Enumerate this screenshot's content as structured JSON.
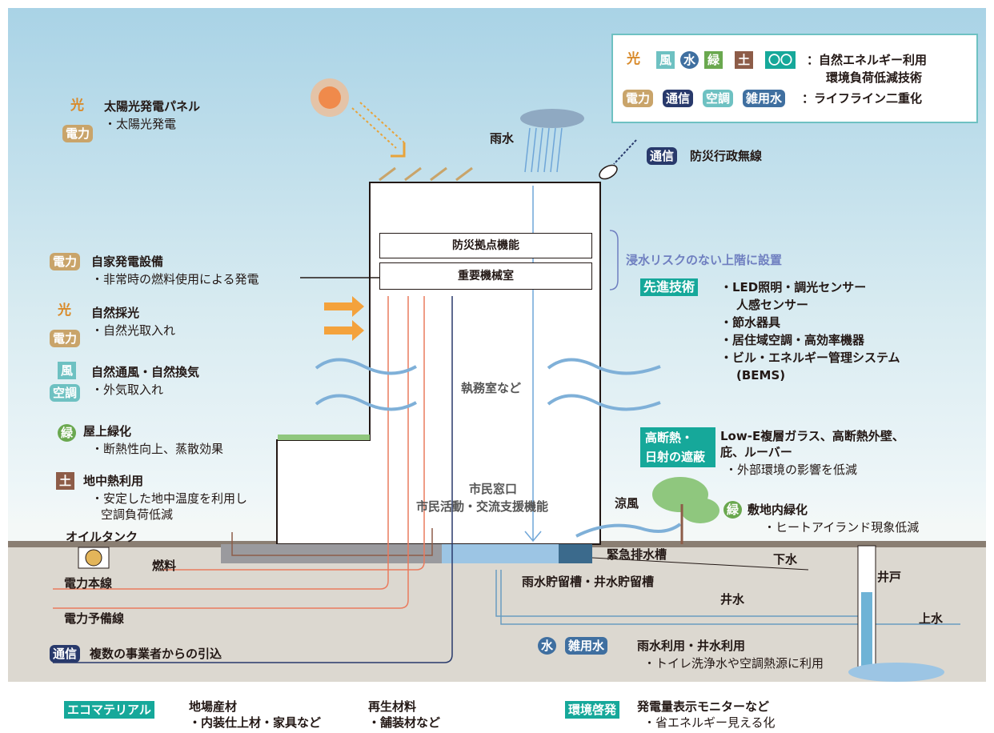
{
  "legend": {
    "nature_icons": [
      "光",
      "風",
      "水",
      "緑",
      "土",
      "〇〇"
    ],
    "nature_line1": "：自然エネルギー利用",
    "nature_line2": "環境負荷低減技術",
    "lifeline_icons": [
      "電力",
      "通信",
      "空調",
      "雑用水"
    ],
    "lifeline_text": "：ライフライン二重化"
  },
  "badges": {
    "sun": "光",
    "power": "電力",
    "comm": "通信",
    "wind": "風",
    "air": "空調",
    "green": "緑",
    "soil": "土",
    "water": "水",
    "misc_water": "雑用水"
  },
  "left": {
    "solar_title": "太陽光発電パネル",
    "solar_sub": "・太陽光発電",
    "gen_title": "自家発電設備",
    "gen_sub": "・非常時の燃料使用による発電",
    "daylight_title": "自然採光",
    "daylight_sub": "・自然光取入れ",
    "vent_title": "自然通風・自然換気",
    "vent_sub": "・外気取入れ",
    "roof_title": "屋上緑化",
    "roof_sub": "・断熱性向上、蒸散効果",
    "geo_title": "地中熱利用",
    "geo_sub1": "・安定した地中温度を利用し",
    "geo_sub2": "空調負荷低減",
    "oil_tank": "オイルタンク",
    "fuel": "燃料",
    "main_line": "電力本線",
    "backup_line": "電力予備線",
    "comm_lines": "複数の事業者からの引込"
  },
  "building": {
    "disaster_base": "防災拠点機能",
    "machine_room": "重要機械室",
    "office": "執務室など",
    "citizen1": "市民窓口",
    "citizen2": "市民活動・交流支援機能"
  },
  "right": {
    "rain": "雨水",
    "radio": "防災行政無線",
    "flood_note": "浸水リスクのない上階に設置",
    "adv_badge": "先進技術",
    "adv_items": [
      "・LED照明・調光センサー",
      "人感センサー",
      "・節水器具",
      "・居住域空調・高効率機器",
      "・ビル・エネルギー管理システム",
      "(BEMS)"
    ],
    "insul_badge1": "高断熱・",
    "insul_badge2": "日射の遮蔽",
    "insul_title1": "Low-E複層ガラス、高断熱外壁、",
    "insul_title2": "庇、ルーバー",
    "insul_sub": "・外部環境の影響を低減",
    "cool_wind": "涼風",
    "site_green": "敷地内緑化",
    "site_green_sub": "・ヒートアイランド現象低減",
    "emergency_tank": "緊急排水槽",
    "sewer": "下水",
    "storage": "雨水貯留槽・井水貯留槽",
    "well": "井戸",
    "well_water": "井水",
    "tap_water": "上水",
    "reuse_title": "雨水利用・井水利用",
    "reuse_sub": "・トイレ洗浄水や空調熱源に利用"
  },
  "footer": {
    "eco_badge": "エコマテリアル",
    "local_title": "地場産材",
    "local_sub": "・内装仕上材・家具など",
    "recycled_title": "再生材料",
    "recycled_sub": "・舗装材など",
    "env_badge": "環境啓発",
    "env_title": "発電量表示モニターなど",
    "env_sub": "・省エネルギー見える化"
  }
}
